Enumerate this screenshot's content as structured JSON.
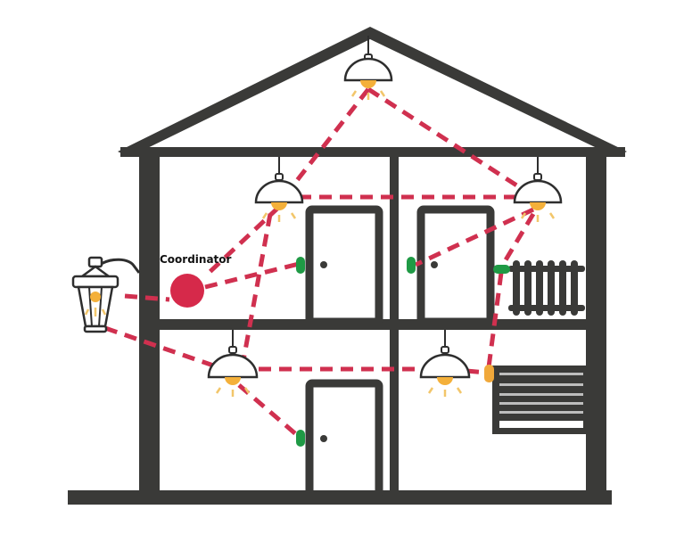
{
  "diagram": {
    "title": "Zigbee mesh network in a two-story house",
    "coordinator": {
      "label": "Coordinator",
      "color": "#d6294a"
    },
    "colors": {
      "wall": "#3a3a38",
      "link": "#d0304f",
      "bulb": "#f4b03a",
      "door_sensor": "#1f9a45",
      "radiator_valve_upper": "#1f9a45",
      "radiator_valve_lower": "#f0a83a"
    },
    "nodes": [
      {
        "id": "coordinator",
        "type": "coordinator",
        "label": "Coordinator"
      },
      {
        "id": "attic-lamp",
        "type": "ceiling-lamp"
      },
      {
        "id": "upstairs-left-lamp",
        "type": "ceiling-lamp"
      },
      {
        "id": "upstairs-right-lamp",
        "type": "ceiling-lamp"
      },
      {
        "id": "downstairs-left-lamp",
        "type": "ceiling-lamp"
      },
      {
        "id": "downstairs-right-lamp",
        "type": "ceiling-lamp"
      },
      {
        "id": "outdoor-wall-lantern",
        "type": "wall-lantern"
      },
      {
        "id": "upstairs-left-door-sensor",
        "type": "door-sensor"
      },
      {
        "id": "upstairs-right-door-sensor",
        "type": "door-sensor"
      },
      {
        "id": "downstairs-door-sensor",
        "type": "door-sensor"
      },
      {
        "id": "upstairs-radiator-valve",
        "type": "radiator-valve"
      },
      {
        "id": "downstairs-radiator-valve",
        "type": "radiator-valve"
      }
    ],
    "links": [
      [
        "coordinator",
        "outdoor-wall-lantern"
      ],
      [
        "coordinator",
        "upstairs-left-lamp"
      ],
      [
        "coordinator",
        "upstairs-left-door-sensor"
      ],
      [
        "attic-lamp",
        "upstairs-left-lamp"
      ],
      [
        "attic-lamp",
        "upstairs-right-lamp"
      ],
      [
        "upstairs-left-lamp",
        "upstairs-right-lamp"
      ],
      [
        "upstairs-left-lamp",
        "downstairs-left-lamp"
      ],
      [
        "upstairs-right-lamp",
        "upstairs-right-door-sensor"
      ],
      [
        "upstairs-right-lamp",
        "upstairs-radiator-valve"
      ],
      [
        "upstairs-radiator-valve",
        "downstairs-radiator-valve"
      ],
      [
        "outdoor-wall-lantern",
        "downstairs-left-lamp"
      ],
      [
        "downstairs-left-lamp",
        "downstairs-right-lamp"
      ],
      [
        "downstairs-left-lamp",
        "downstairs-door-sensor"
      ],
      [
        "downstairs-right-lamp",
        "downstairs-radiator-valve"
      ]
    ]
  }
}
